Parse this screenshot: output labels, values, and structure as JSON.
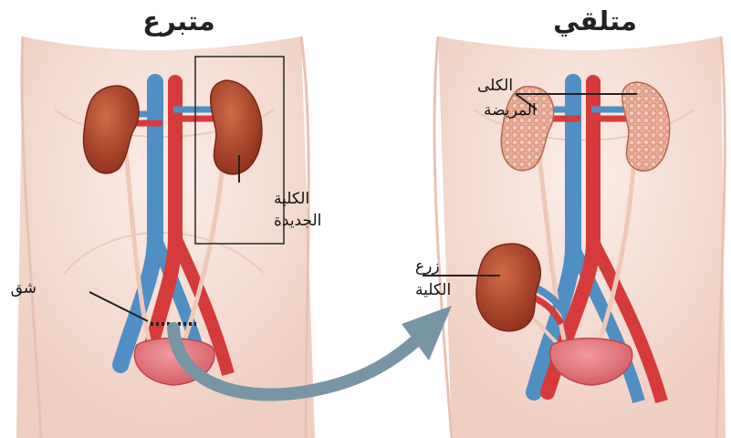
{
  "titles": {
    "donor": "متبرع",
    "recipient": "متلقي"
  },
  "labels": {
    "new_kidney_line1": "الكلية",
    "new_kidney_line2": "الجديدة",
    "incision": "شق",
    "diseased_line1": "الكلى",
    "diseased_line2": "المريضة",
    "transplant_line1": "زرع",
    "transplant_line2": "الكلية"
  },
  "colors": {
    "skin": "#f6ddd2",
    "kidney": "#b8492c",
    "kidney_diseased": "#e9a58e",
    "artery": "#d63b3b",
    "vein": "#4f8fc4",
    "bladder": "#e46a70",
    "arrow": "#7895a6"
  }
}
